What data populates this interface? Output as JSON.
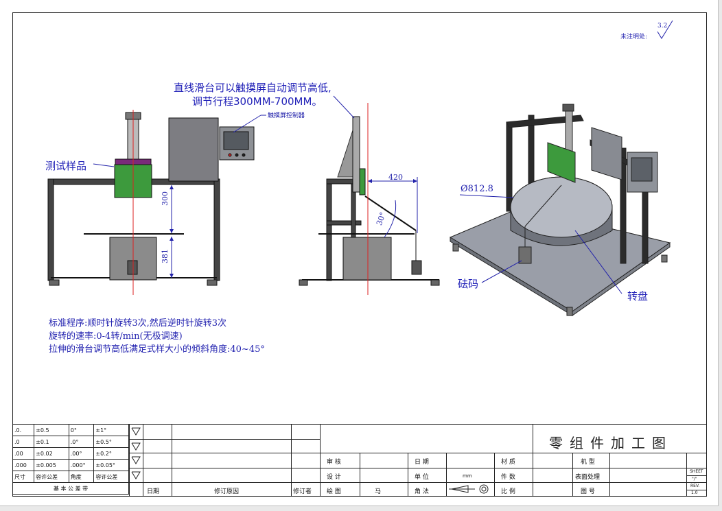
{
  "header": {
    "roughness_note": "未注明处:",
    "roughness_value": "3.2"
  },
  "annotations": {
    "slide_line1": "直线滑台可以触摸屏自动调节高低,",
    "slide_line2": "调节行程300MM-700MM。",
    "touch_controller": "触摸屏控制器",
    "test_sample": "测试样品",
    "weight": "砝码",
    "turntable": "转盘",
    "diameter": "Ø812.8"
  },
  "dimensions": {
    "front_upper": "300",
    "front_lower": "381",
    "side_width": "420",
    "side_angle": "30°"
  },
  "notes": [
    "标准程序:顺时针旋转3次,然后逆时针旋转3次",
    "旋转的速率:0-4转/min(无极调速)",
    "拉伸的滑台调节高低满足式样大小的倾斜角度:40~45°"
  ],
  "tolerance_table": {
    "rows": [
      [
        ".0.",
        "±0.5",
        "0°",
        "±1°"
      ],
      [
        ".0",
        "±0.1",
        ".0°",
        "±0.5°"
      ],
      [
        ".00",
        "±0.02",
        ".00°",
        "±0.2°"
      ],
      [
        ".000",
        "±0.005",
        ".000°",
        "±0.05°"
      ],
      [
        "尺寸",
        "容许公差",
        "角度",
        "容许公差"
      ]
    ],
    "footer": "基 本 公 差 带"
  },
  "revision": {
    "date_label": "日期",
    "reason_label": "修订原因",
    "reviser_label": "修订者"
  },
  "title_block": {
    "title": "零组件加工图",
    "review": "审 核",
    "design": "设 计",
    "drawing": "绘 图",
    "drawing_person": "马",
    "date": "日 期",
    "unit": "单 位",
    "unit_value": "mm",
    "projection": "角 法",
    "material": "材 质",
    "quantity": "件 数",
    "scale": "比 例",
    "model": "机 型",
    "surface": "表面处理",
    "drawing_no": "图 号",
    "sheet": "SHEET",
    "sheet_value": "\"/\"",
    "rev": "REV.",
    "rev_value": "1.0"
  }
}
